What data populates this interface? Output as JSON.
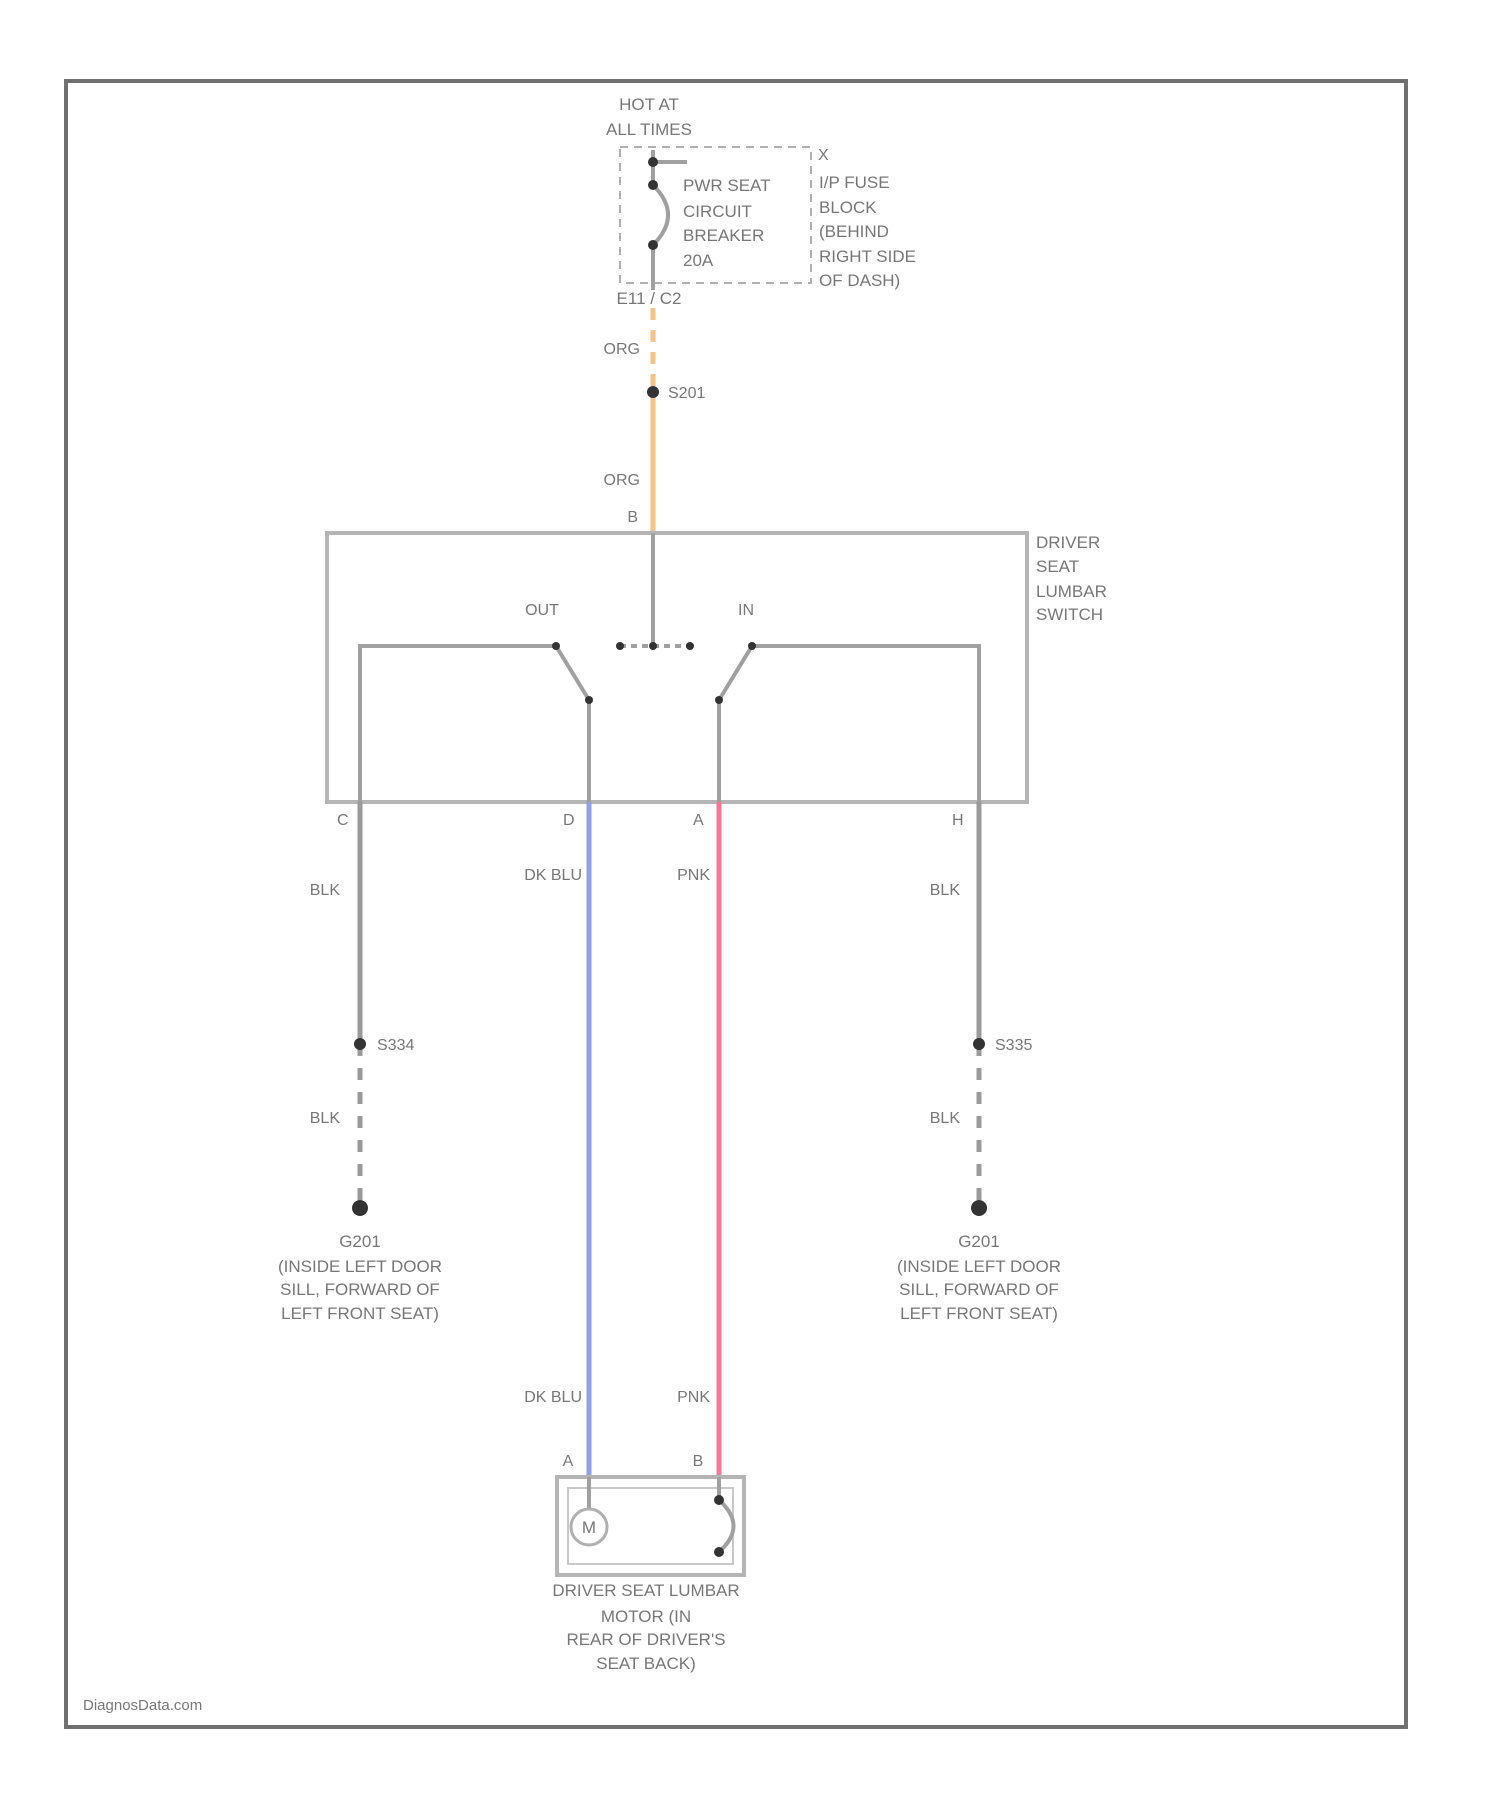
{
  "colors": {
    "org": "#f5c28a",
    "blk": "#9a9a9a",
    "dk_blu": "#8fa0e8",
    "pnk": "#f07a9a",
    "frame": "#707070"
  },
  "power": {
    "line1": "HOT AT",
    "line2": "ALL TIMES"
  },
  "breaker": {
    "lines": [
      "PWR SEAT",
      "CIRCUIT",
      "BREAKER",
      "20A"
    ]
  },
  "fuse_block": {
    "pin": "X",
    "lines": [
      "I/P FUSE",
      "BLOCK",
      "(BEHIND",
      "RIGHT SIDE",
      "OF DASH)"
    ],
    "connector": "E11 / C2"
  },
  "org_wire": {
    "label_top": "ORG",
    "label_bottom": "ORG",
    "splice": "S201",
    "pin": "B"
  },
  "switch": {
    "lines": [
      "DRIVER",
      "SEAT",
      "LUMBAR",
      "SWITCH"
    ],
    "out": "OUT",
    "in": "IN",
    "pins": [
      "C",
      "D",
      "A",
      "H"
    ]
  },
  "left_ground": {
    "wire_top": "BLK",
    "splice": "S334",
    "wire_bottom": "BLK",
    "ground": "G201",
    "lines": [
      "(INSIDE LEFT DOOR",
      "SILL, FORWARD OF",
      "LEFT FRONT SEAT)"
    ]
  },
  "right_ground": {
    "wire_top": "BLK",
    "splice": "S335",
    "wire_bottom": "BLK",
    "ground": "G201",
    "lines": [
      "(INSIDE LEFT DOOR",
      "SILL, FORWARD OF",
      "LEFT FRONT SEAT)"
    ]
  },
  "blue_wire": {
    "label_top": "DK BLU",
    "label_bottom": "DK BLU"
  },
  "pink_wire": {
    "label_top": "PNK",
    "label_bottom": "PNK"
  },
  "motor": {
    "pin_a": "A",
    "pin_b": "B",
    "symbol": "M",
    "lines": [
      "DRIVER SEAT LUMBAR",
      "MOTOR (IN",
      "REAR OF DRIVER'S",
      "SEAT BACK)"
    ]
  },
  "watermark": "DiagnosData.com"
}
